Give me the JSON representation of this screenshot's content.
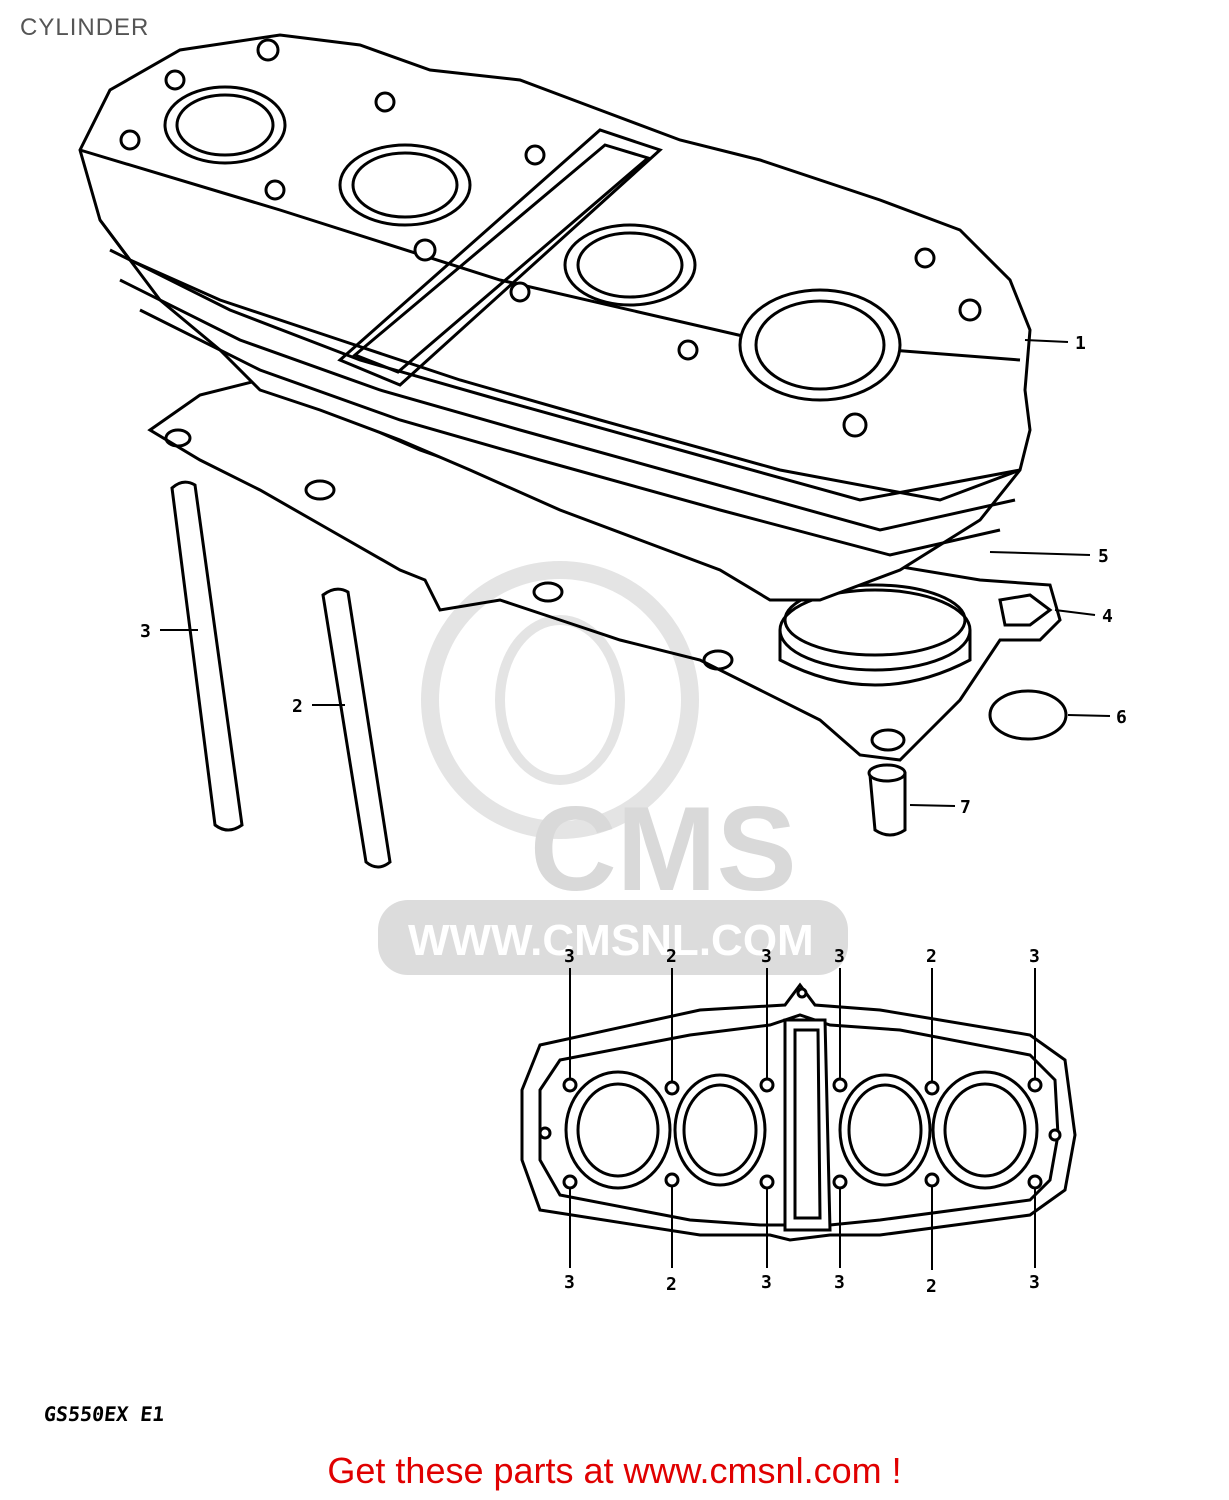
{
  "page": {
    "title": "CYLINDER",
    "model_code": "GS550EX E1",
    "call_to_action": "Get these parts at www.cmsnl.com !"
  },
  "watermark": {
    "brand": "CMS",
    "url": "WWW.CMSNL.COM"
  },
  "callouts": {
    "cylinder": "1",
    "stud_short": "2",
    "stud_long": "3",
    "base_gasket": "4",
    "head_gasket": "5",
    "o_ring": "6",
    "dowel_pin": "7"
  },
  "gasket_top_labels": [
    "3",
    "2",
    "3",
    "3",
    "2",
    "3"
  ],
  "gasket_bottom_labels": [
    "3",
    "2",
    "3",
    "3",
    "2",
    "3"
  ]
}
